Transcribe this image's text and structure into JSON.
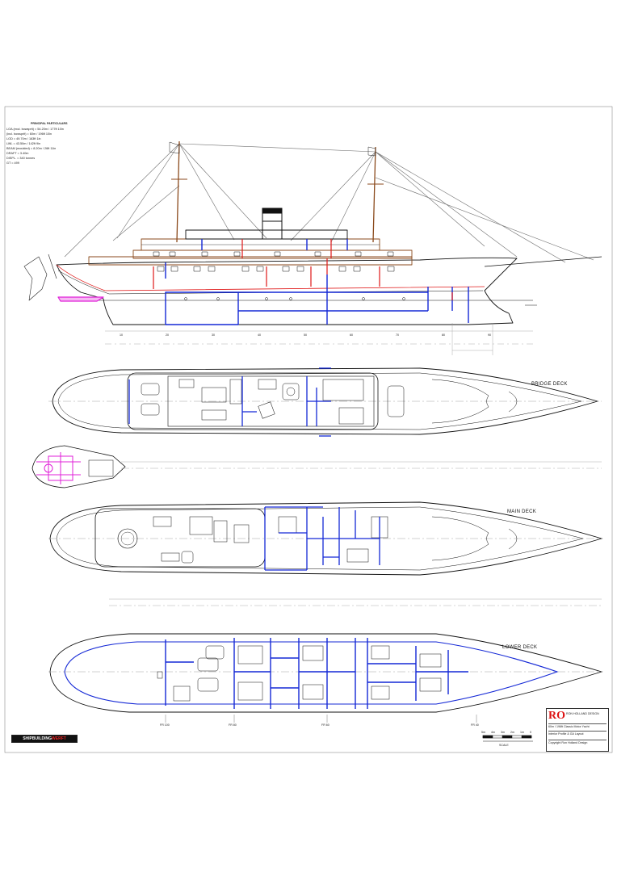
{
  "decks": {
    "bridge": "BRIDGE DECK",
    "main": "MAIN DECK",
    "lower": "LOWER DECK"
  },
  "particulars": {
    "heading": "PRINCIPAL PARTICULARS",
    "rows": [
      "LOA (excl. bowsprit) = 54.20m / 177ft 10in",
      "(incl. bowsprit) = 60m / 196ft 10in",
      "LOD = 49.70m / 163ft 1in",
      "LWL = 43.50m / 142ft 9in",
      "BEAM (moulded) = 8.20m / 26ft 11in",
      "DRAFT = 3.40m",
      "DISPL. = 340 tonnes",
      "GT = 499"
    ]
  },
  "frame_scale_labels": [
    "10",
    "20",
    "30",
    "40",
    "50",
    "60",
    "70",
    "80",
    "90"
  ],
  "station_marks": [
    "FR 100",
    "FR 80",
    "FR 60",
    "FR 40"
  ],
  "scale_bar": {
    "labels": [
      "5m",
      "4m",
      "3m",
      "2m",
      "1m",
      "0"
    ],
    "caption": "SCALE"
  },
  "title_block": {
    "logo": "RO",
    "company": "RON HOLLAND DESIGN",
    "project": "60m / 196ft Classic Motor Yacht",
    "drawing": "Interior Profile & GA Layout",
    "footer": "Copyright Ron Holland Design"
  },
  "brand": {
    "left": "SHIPBUILDING",
    "right": "WERFT"
  },
  "colors": {
    "line": "#1a1a1a",
    "structure_blue": "#1428d6",
    "bulkhead_red": "#e01818",
    "magenta": "#e020d8",
    "wood": "#8b4a1c",
    "gray": "#8a8a8a"
  }
}
